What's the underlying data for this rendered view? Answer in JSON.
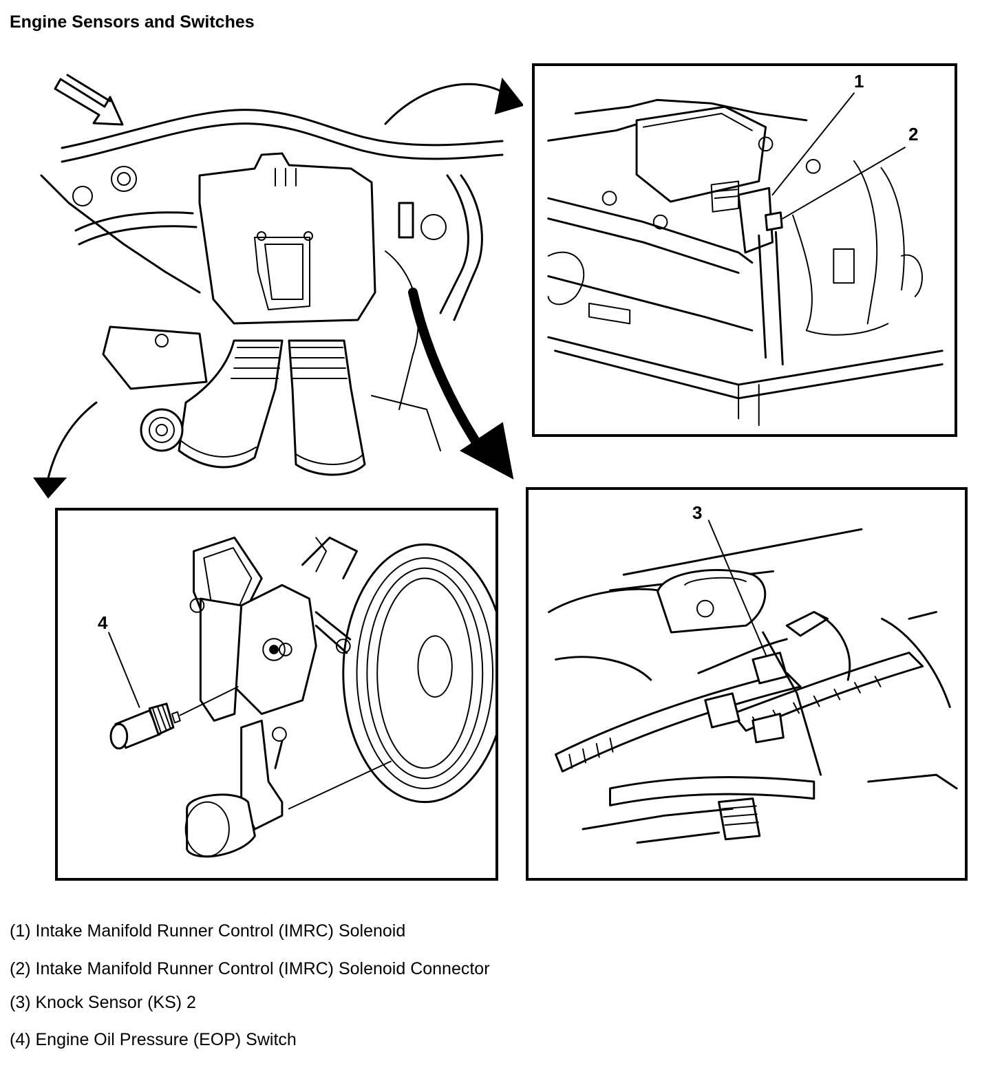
{
  "title": "Engine Sensors and Switches",
  "callouts": [
    "1",
    "2",
    "3",
    "4"
  ],
  "legend": [
    "(1) Intake Manifold Runner Control (IMRC) Solenoid",
    "(2) Intake Manifold Runner Control (IMRC) Solenoid Connector",
    "(3) Knock Sensor (KS) 2",
    "(4) Engine Oil Pressure (EOP) Switch"
  ],
  "colors": {
    "ink": "#000000",
    "paper": "#ffffff"
  }
}
